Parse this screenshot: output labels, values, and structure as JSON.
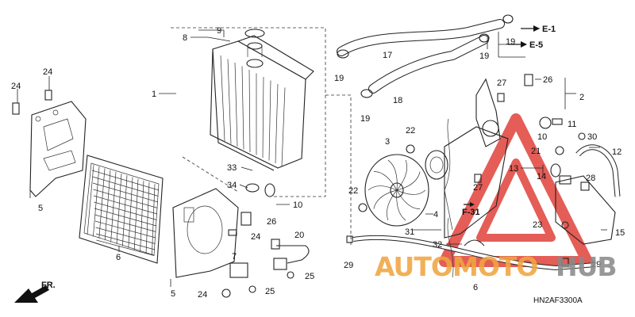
{
  "diagram": {
    "code": "HN2AF3300A",
    "front_arrow": "FR.",
    "watermark": {
      "left": "AUTO",
      "mid": "MOTO",
      "right": "HUB",
      "color_red": "#e0413a",
      "color_gold": "#f0a640"
    },
    "refs": {
      "e1": "E-1",
      "e5": "E-5",
      "f31": "F-31"
    },
    "callouts": {
      "c1": "1",
      "c2": "2",
      "c3": "3",
      "c4": "4",
      "c5a": "5",
      "c5b": "5",
      "c6": "6",
      "c6b": "6",
      "c7": "7",
      "c8": "8",
      "c9": "9",
      "c10a": "10",
      "c10b": "10",
      "c11": "11",
      "c12": "12",
      "c13": "13",
      "c14": "14",
      "c15": "15",
      "c17": "17",
      "c18": "18",
      "c19a": "19",
      "c19b": "19",
      "c19c": "19",
      "c19d": "19",
      "c20": "20",
      "c21": "21",
      "c22a": "22",
      "c22b": "22",
      "c23": "23",
      "c24a": "24",
      "c24b": "24",
      "c24c": "24",
      "c24d": "24",
      "c25a": "25",
      "c25b": "25",
      "c26a": "26",
      "c26b": "26",
      "c27a": "27",
      "c27b": "27",
      "c28": "28",
      "c29a": "29",
      "c29b": "29",
      "c30": "30",
      "c31": "31",
      "c32": "32",
      "c33": "33",
      "c34": "34"
    }
  }
}
